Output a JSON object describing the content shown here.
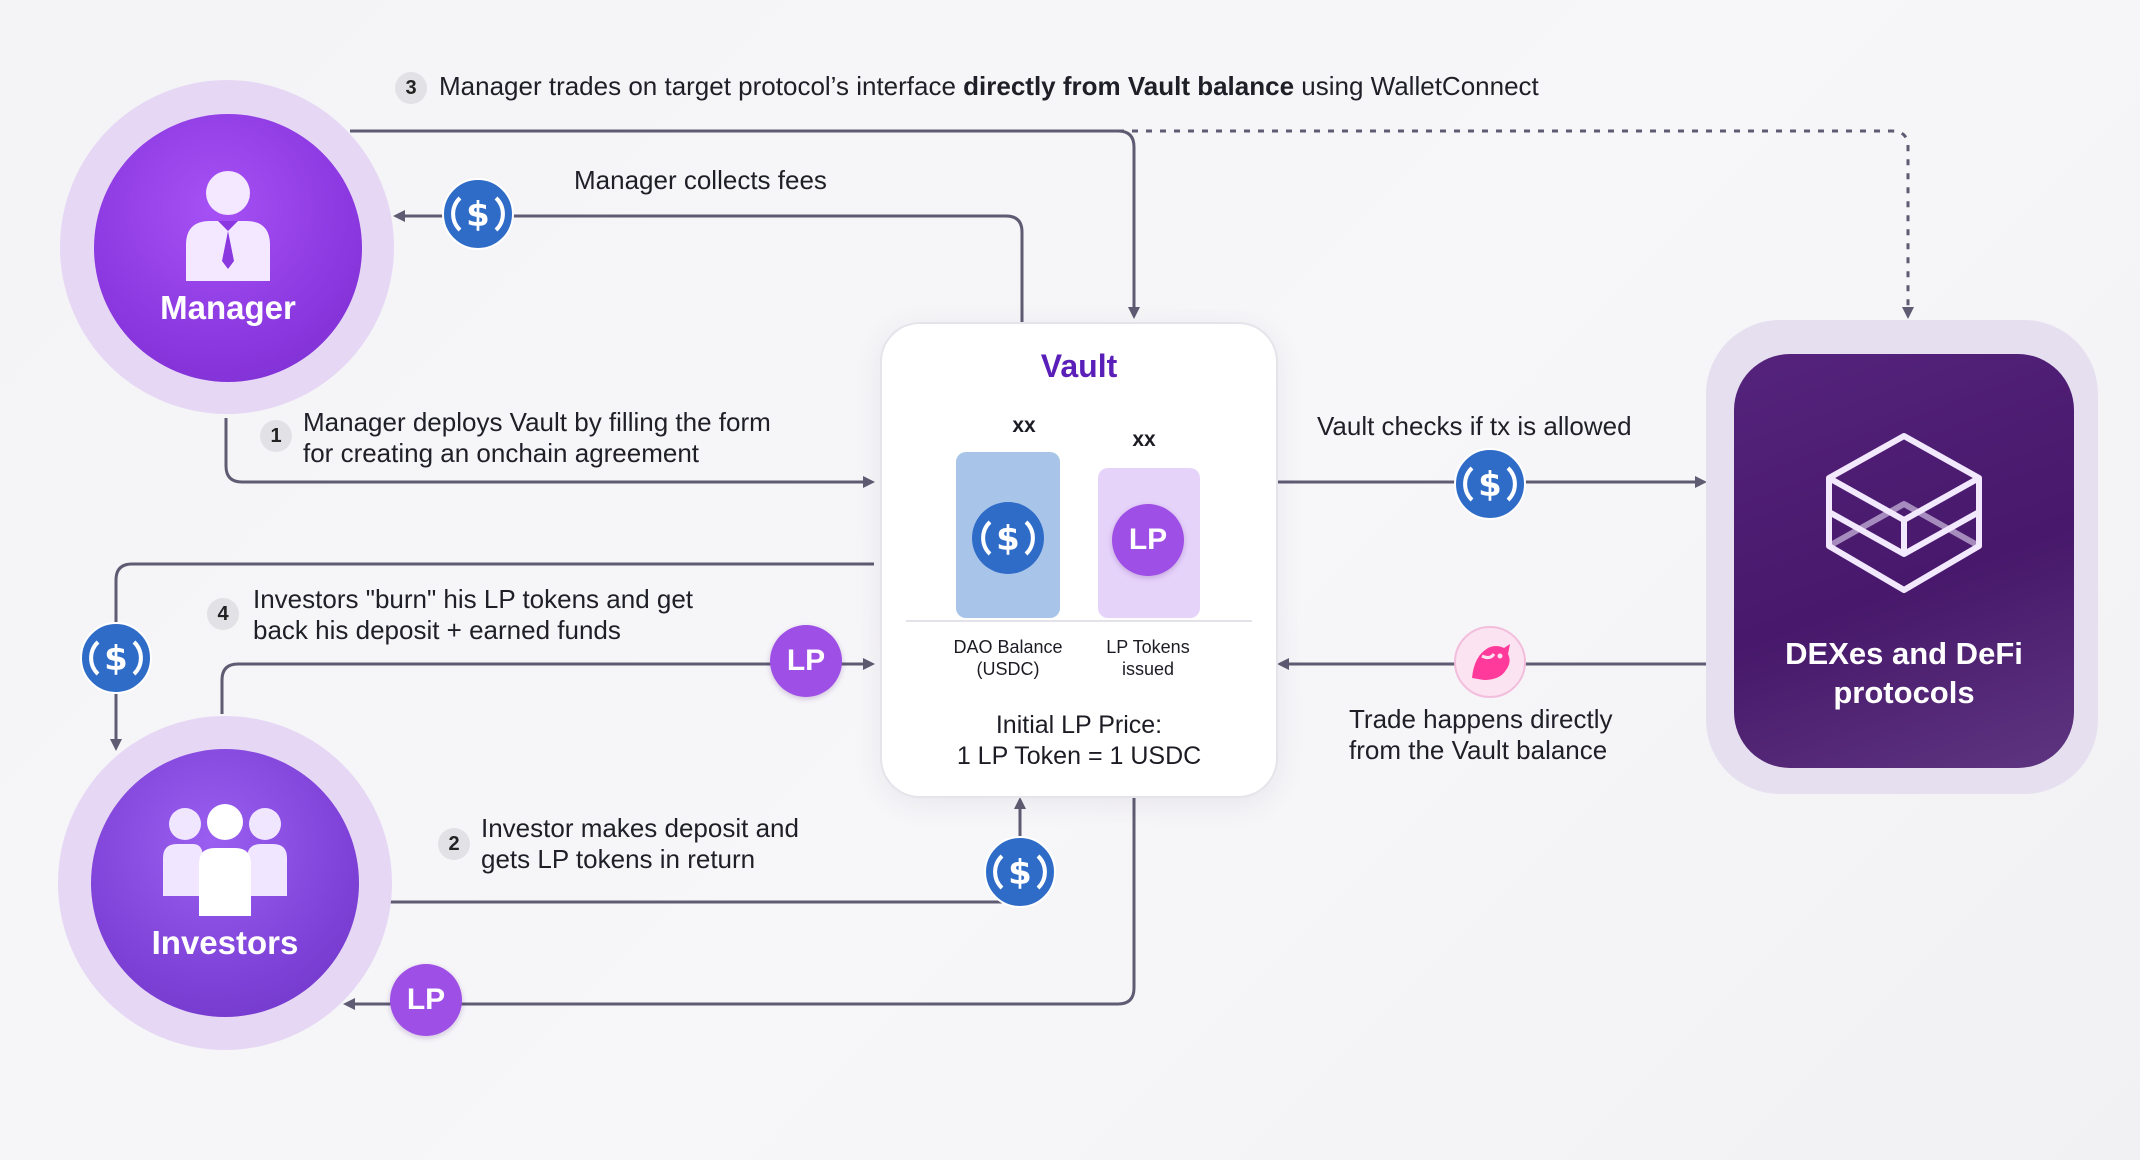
{
  "steps": {
    "step3": {
      "num": "3",
      "text_pre": "Manager trades on target protocol’s interface ",
      "text_bold": "directly from Vault balance",
      "text_post": " using WalletConnect"
    },
    "collect_fees": "Manager collects fees",
    "step1": {
      "num": "1",
      "line1": "Manager deploys Vault by filling the form",
      "line2": "for creating an onchain agreement"
    },
    "step4": {
      "num": "4",
      "line1": "Investors \"burn\" his LP tokens and get",
      "line2": "back his deposit + earned funds"
    },
    "step2": {
      "num": "2",
      "line1": "Investor makes deposit and",
      "line2": "gets LP tokens in return"
    },
    "vault_checks": "Vault checks if tx is allowed",
    "trade_happens": {
      "line1": "Trade happens directly",
      "line2": "from the Vault balance"
    }
  },
  "actors": {
    "manager": "Manager",
    "investors": "Investors",
    "dex": {
      "line1": "DEXes and DeFi",
      "line2": "protocols"
    }
  },
  "vault": {
    "title": "Vault",
    "dao": {
      "value": "xx",
      "label1": "DAO Balance",
      "label2": "(USDC)"
    },
    "lp": {
      "value": "xx",
      "label1": "LP Tokens",
      "label2": "issued"
    },
    "price1": "Initial LP Price:",
    "price2": "1 LP Token = 1 USDC"
  },
  "token_lp": "LP",
  "icons": [
    "manager-icon",
    "investors-icon",
    "usdc-icon",
    "lp-token-icon",
    "uniswap-icon",
    "cube-icon"
  ],
  "colors": {
    "primary_purple": "#8a3fd6",
    "vault_title": "#5a1fb8",
    "usdc_blue": "#2f6cc8",
    "lp_purple": "#9e4fe6",
    "dex_purple": "#4a1a6e",
    "line": "#5e5b72"
  }
}
